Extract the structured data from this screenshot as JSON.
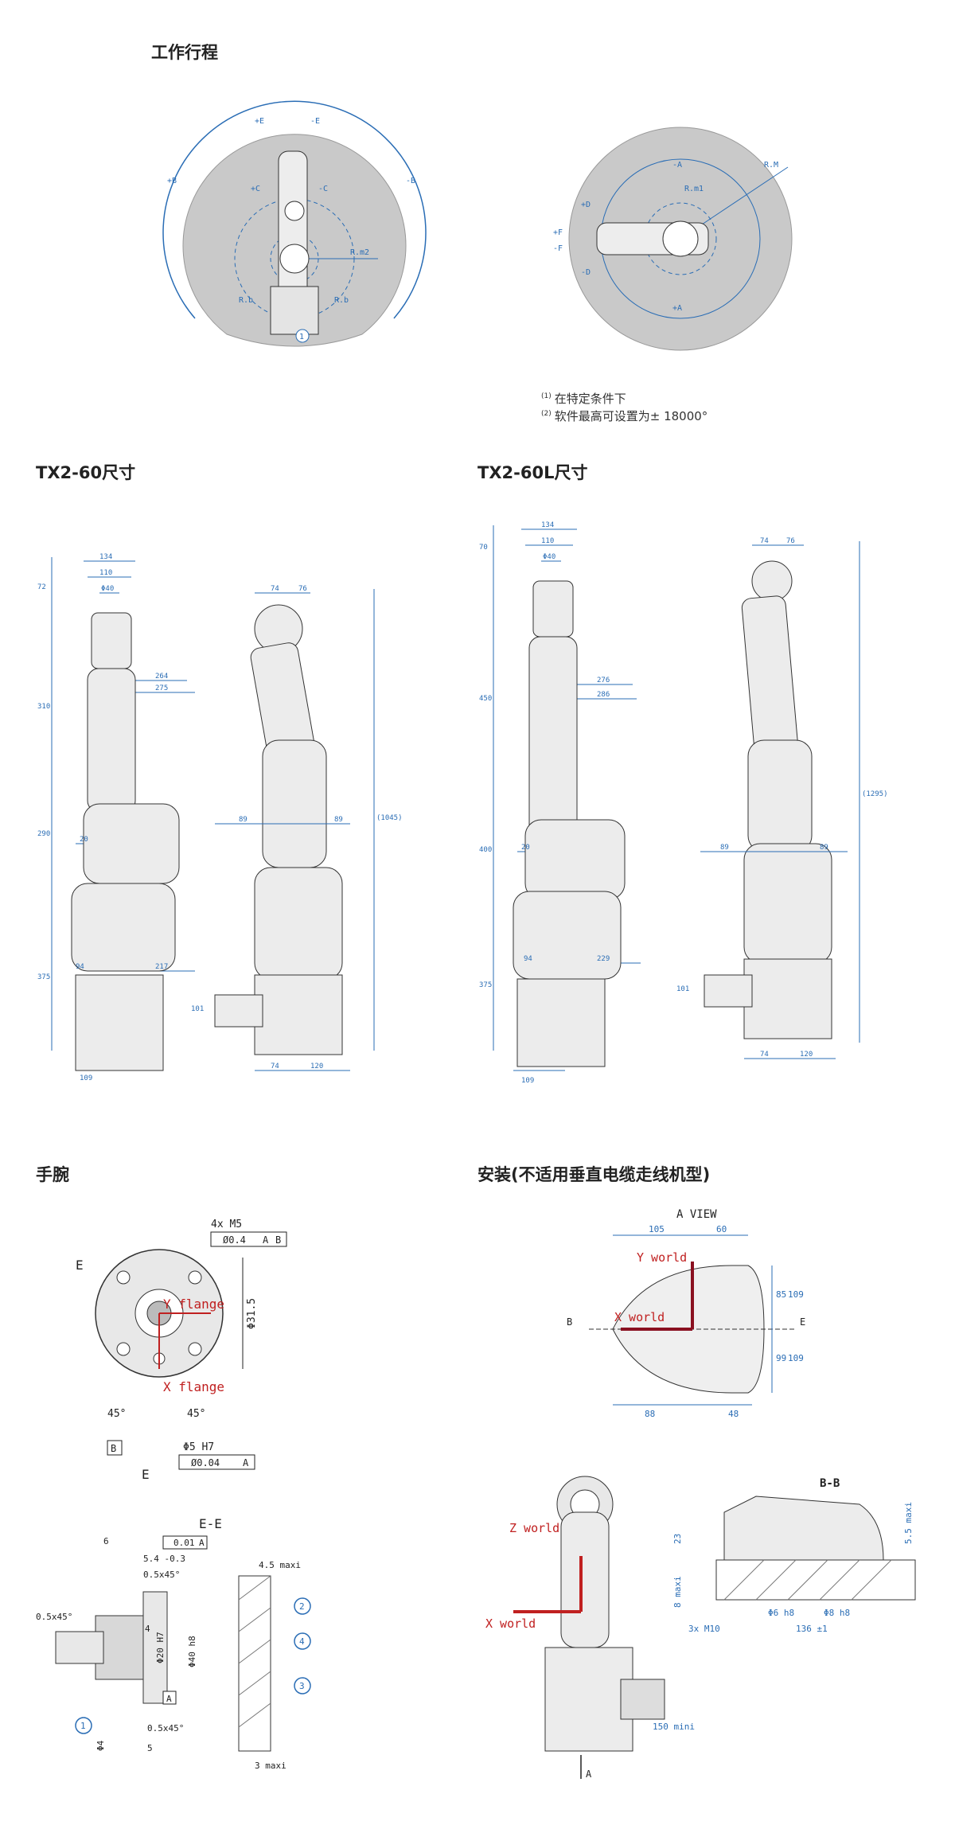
{
  "sections": {
    "workspace": "工作行程",
    "tx2_60": "TX2-60尺寸",
    "tx2_60l": "TX2-60L尺寸",
    "wrist": "手腕",
    "install": "安装(不适用垂直电缆走线机型)"
  },
  "notes": [
    {
      "mark": "(1)",
      "text": "在特定条件下"
    },
    {
      "mark": "(2)",
      "text": "软件最高可设置为± 18000°"
    }
  ],
  "workspace": {
    "side_labels": [
      "+E",
      "-E",
      "+B",
      "-B",
      "+C",
      "-C",
      "R.m2",
      "R.b",
      "R.b",
      "1"
    ],
    "top_labels": [
      "-A",
      "+A",
      "R.M",
      "R.m1",
      "+D",
      "-D",
      "+F",
      "-F"
    ]
  },
  "tx2_60": {
    "front_dims": [
      "134",
      "110",
      "Φ40",
      "264",
      "275",
      "20",
      "94",
      "217",
      "109"
    ],
    "front_vdims": [
      "72",
      "310",
      "290",
      "375"
    ],
    "side_dims": [
      "74",
      "76",
      "89",
      "89",
      "101",
      "74",
      "120"
    ],
    "side_vdims": [
      "(1045)"
    ]
  },
  "tx2_60l": {
    "front_dims": [
      "134",
      "110",
      "Φ40",
      "276",
      "286",
      "20",
      "94",
      "229",
      "109"
    ],
    "front_vdims": [
      "70",
      "450",
      "400",
      "375"
    ],
    "side_dims": [
      "74",
      "76",
      "89",
      "89",
      "101",
      "74",
      "120"
    ],
    "side_vdims": [
      "(1295)"
    ]
  },
  "wrist": {
    "tol_holes": [
      "4x M5",
      "Ø0.4",
      "A",
      "B"
    ],
    "dim_31": "Φ31.5",
    "y_flange": "Y flange",
    "x_flange": "X flange",
    "angles": [
      "45°",
      "45°"
    ],
    "datum_b": "B",
    "tol_bore": [
      "Φ5 H7",
      "Ø0.04",
      "A"
    ],
    "section_e": "E",
    "section_title": "E-E",
    "ee_dims": [
      "6",
      "0.01",
      "A",
      "5.4 -0.3",
      "0.5x45°",
      "0.5x45°",
      "4",
      "Φ20 H7",
      "Φ40 h8",
      "A",
      "0.5x45°",
      "Φ4",
      "5",
      "4.5 maxi",
      "3 maxi"
    ],
    "callouts": [
      "1",
      "2",
      "4",
      "3"
    ]
  },
  "install": {
    "view_title": "A VIEW",
    "top_dims": [
      "105",
      "60",
      "85",
      "109",
      "99",
      "109",
      "88",
      "48"
    ],
    "y_world": "Y world",
    "x_world": "X world",
    "b_labels": [
      "B",
      "E"
    ],
    "z_world": "Z world",
    "x_world2": "X world",
    "dim_150": "150 mini",
    "arrow_a": "A",
    "bb_title": "B-B",
    "bb_dims": [
      "23",
      "5.5 maxi",
      "8 maxi",
      "Φ6 h8",
      "Φ8 h8",
      "3x M10",
      "136 ±1"
    ]
  }
}
